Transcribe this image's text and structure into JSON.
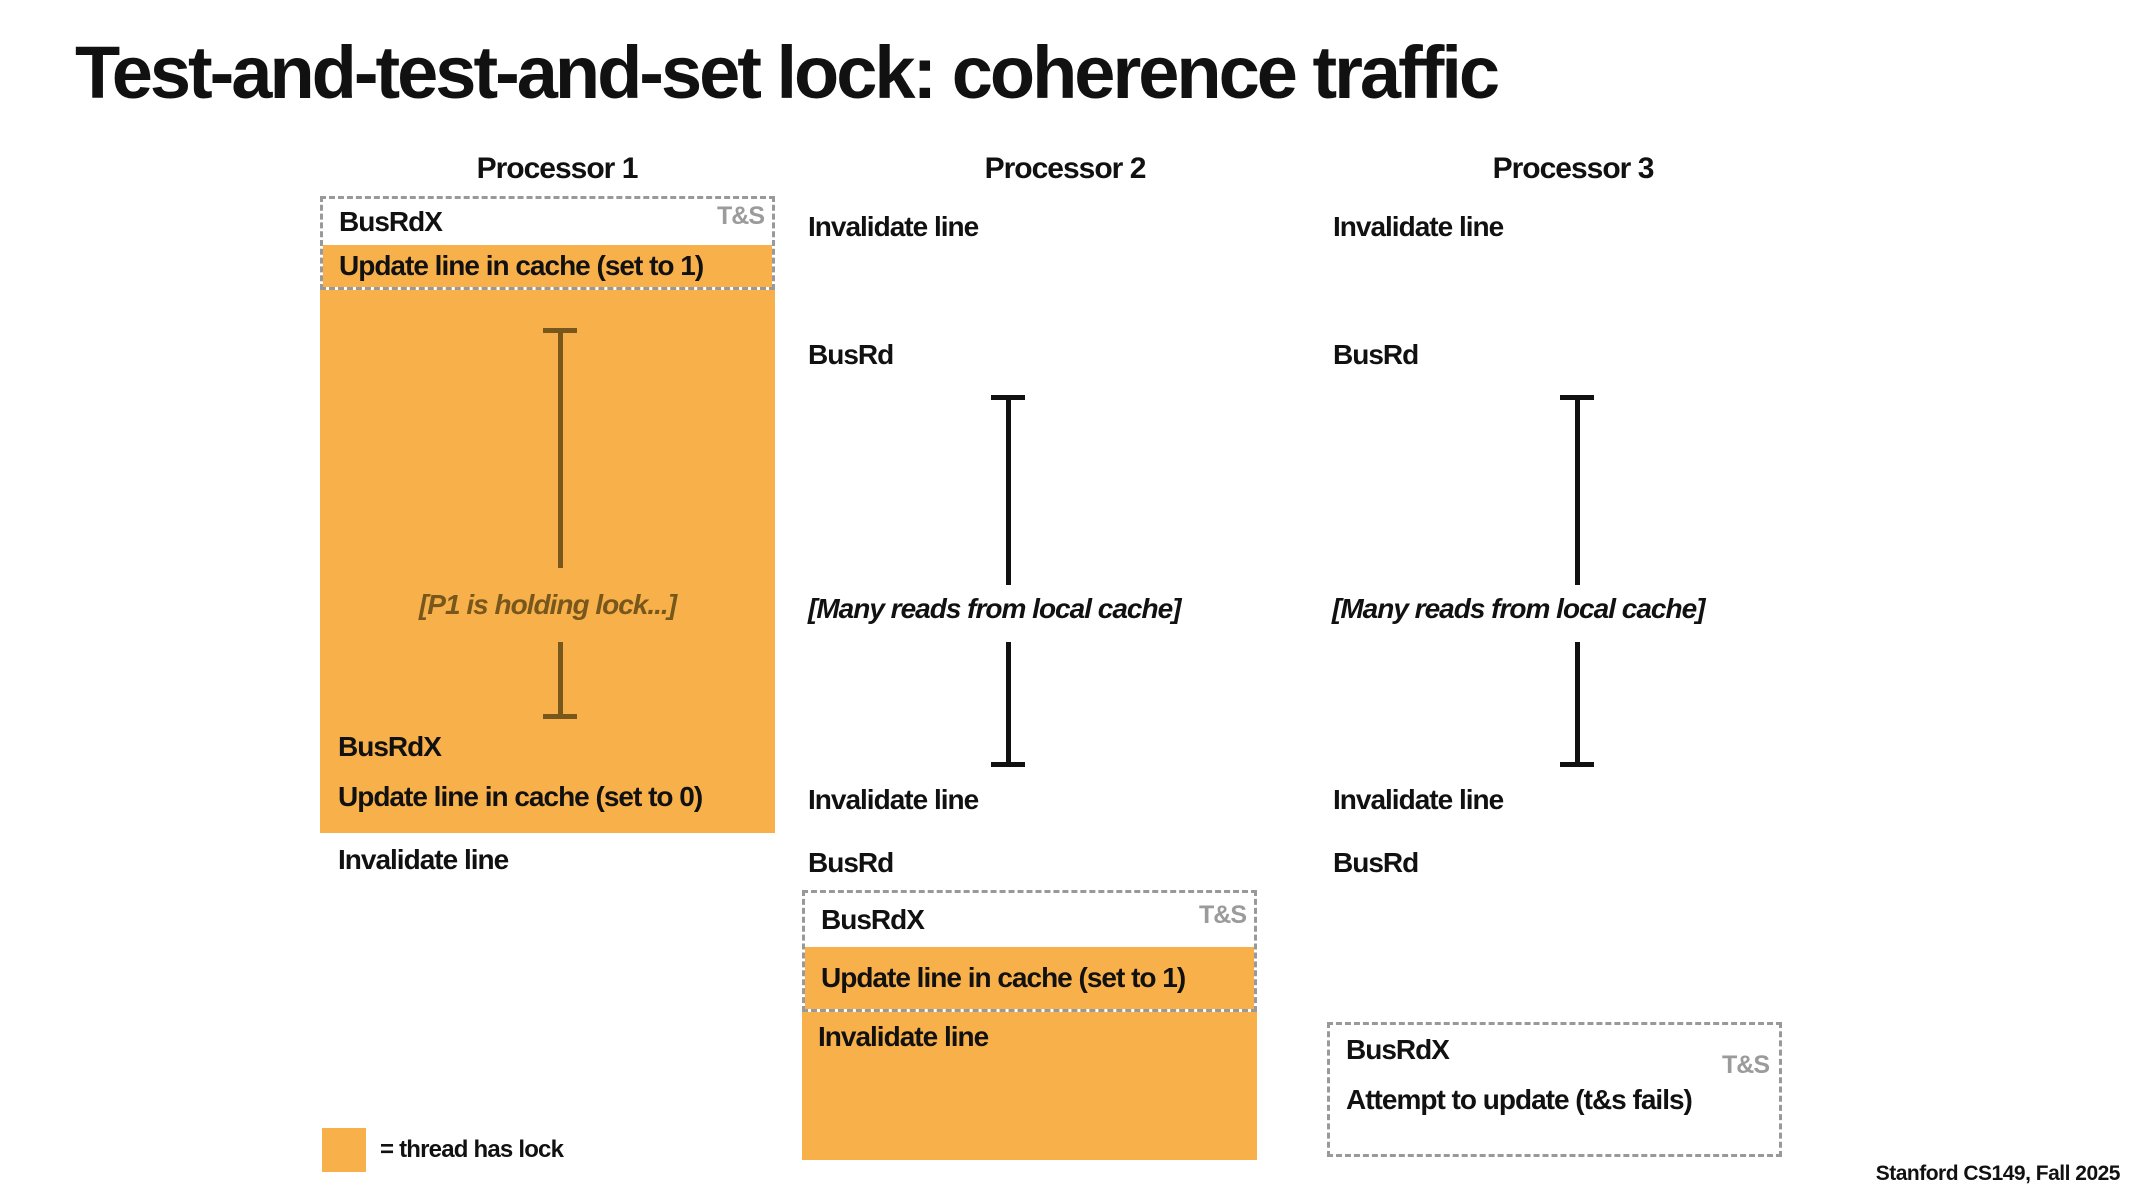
{
  "title": "Test-and-test-and-set lock: coherence traffic",
  "footer": "Stanford CS149, Fall 2025",
  "legend": {
    "label": "= thread has lock"
  },
  "colors": {
    "lock_orange": "#F8B04A",
    "hold_brown": "#77571B",
    "ts_gray": "#9B9B9B",
    "dash_gray": "#999999",
    "text": "#111111"
  },
  "processor1": {
    "header": "Processor 1",
    "ts_box": {
      "op": "BusRdX",
      "badge": "T&S",
      "result": "Update line in cache (set to 1)"
    },
    "holding_note": "[P1 is holding lock...]",
    "release": {
      "op": "BusRdX",
      "result": "Update line in cache (set to 0)"
    },
    "after": "Invalidate line"
  },
  "processor2": {
    "header": "Processor 2",
    "events_top": [
      "Invalidate line",
      "BusRd"
    ],
    "note": "[Many reads from local cache]",
    "events_mid": [
      "Invalidate line",
      "BusRd"
    ],
    "ts_box": {
      "op": "BusRdX",
      "badge": "T&S",
      "result": "Update line in cache (set to 1)"
    },
    "after": "Invalidate line"
  },
  "processor3": {
    "header": "Processor 3",
    "events_top": [
      "Invalidate line",
      "BusRd"
    ],
    "note": "[Many reads from local cache]",
    "events_mid": [
      "Invalidate line",
      "BusRd"
    ],
    "ts_box": {
      "op": "BusRdX",
      "badge": "T&S",
      "result": "Attempt to update (t&s fails)"
    }
  }
}
